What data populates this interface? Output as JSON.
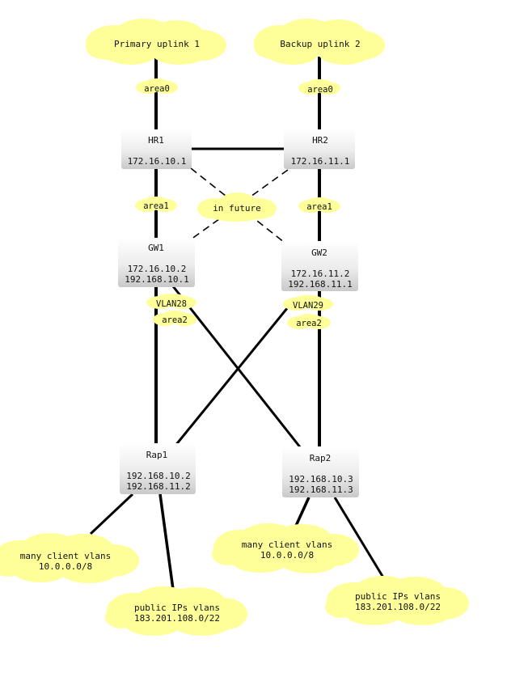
{
  "uplinks": {
    "primary": "Primary uplink 1",
    "backup": "Backup uplink 2"
  },
  "areas": {
    "area0_left": "area0",
    "area0_right": "area0",
    "area1_left": "area1",
    "area1_right": "area1",
    "area2_left": "area2",
    "area2_right": "area2",
    "future": "in future"
  },
  "vlans": {
    "left": "VLAN28",
    "right": "VLAN29"
  },
  "nodes": {
    "hr1": {
      "name": "HR1",
      "ip1": "172.16.10.1"
    },
    "hr2": {
      "name": "HR2",
      "ip1": "172.16.11.1"
    },
    "gw1": {
      "name": "GW1",
      "ip1": "172.16.10.2",
      "ip2": "192.168.10.1"
    },
    "gw2": {
      "name": "GW2",
      "ip1": "172.16.11.2",
      "ip2": "192.168.11.1"
    },
    "rap1": {
      "name": "Rap1",
      "ip1": "192.168.10.2",
      "ip2": "192.168.11.2"
    },
    "rap2": {
      "name": "Rap2",
      "ip1": "192.168.10.3",
      "ip2": "192.168.11.3"
    }
  },
  "networks": {
    "clients_left": {
      "line1": "many client vlans",
      "line2": "10.0.0.0/8"
    },
    "public_left": {
      "line1": "public IPs vlans",
      "line2": "183.201.108.0/22"
    },
    "clients_right": {
      "line1": "many client vlans",
      "line2": "10.0.0.0/8"
    },
    "public_right": {
      "line1": "public IPs vlans",
      "line2": "183.201.108.0/22"
    }
  }
}
